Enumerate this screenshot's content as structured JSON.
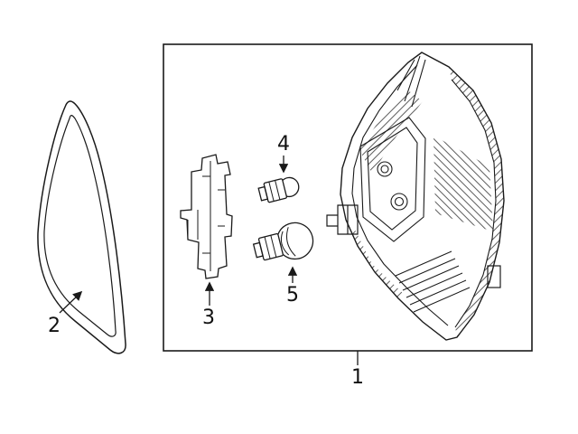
{
  "diagram": {
    "background": "#ffffff",
    "line_color": "#1a1a1a"
  },
  "callouts": {
    "assembly_box": "1",
    "seal": "2",
    "bulb_socket": "3",
    "small_bulb": "4",
    "large_bulb": "5"
  }
}
